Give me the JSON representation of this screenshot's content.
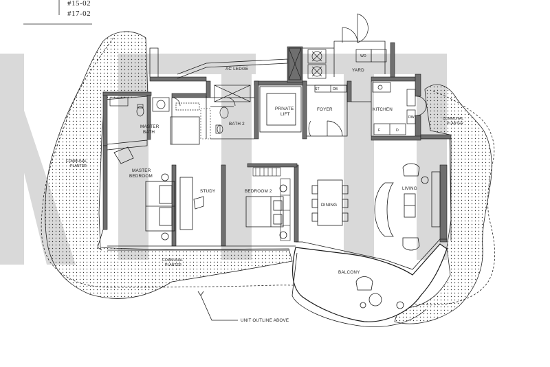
{
  "header": {
    "unit_numbers": [
      "#15-02",
      "#17-02"
    ]
  },
  "rooms": {
    "ac_ledge": "AC LEDGE",
    "yard": "YARD",
    "master_bath_1": "MASTER",
    "master_bath_2": "BATH",
    "bath2": "BATH 2",
    "private_lift_1": "PRIVATE",
    "private_lift_2": "LIFT",
    "foyer": "FOYER",
    "kitchen": "KITCHEN",
    "master_bedroom_1": "MASTER",
    "master_bedroom_2": "BEDROOM",
    "study": "STUDY",
    "bedroom2": "BEDROOM 2",
    "dining": "DINING",
    "living": "LIVING",
    "balcony": "BALCONY"
  },
  "planters": {
    "left_1": "COMMUNAL",
    "left_2": "PLANTER",
    "right_1": "COMMUNAL",
    "right_2": "PLANTER",
    "bottom_1": "COMMUNAL",
    "bottom_2": "PLANTER"
  },
  "annotation": {
    "unit_outline": "UNIT OUTLINE ABOVE"
  },
  "fixtures": {
    "wd": "WD",
    "st": "ST",
    "db": "DB",
    "f": "F",
    "d": "D",
    "dw": "DW"
  },
  "colors": {
    "wall": "#6f6f6f",
    "line": "#1a1a1a",
    "watermark": "#d3d3d3",
    "background": "#ffffff"
  }
}
